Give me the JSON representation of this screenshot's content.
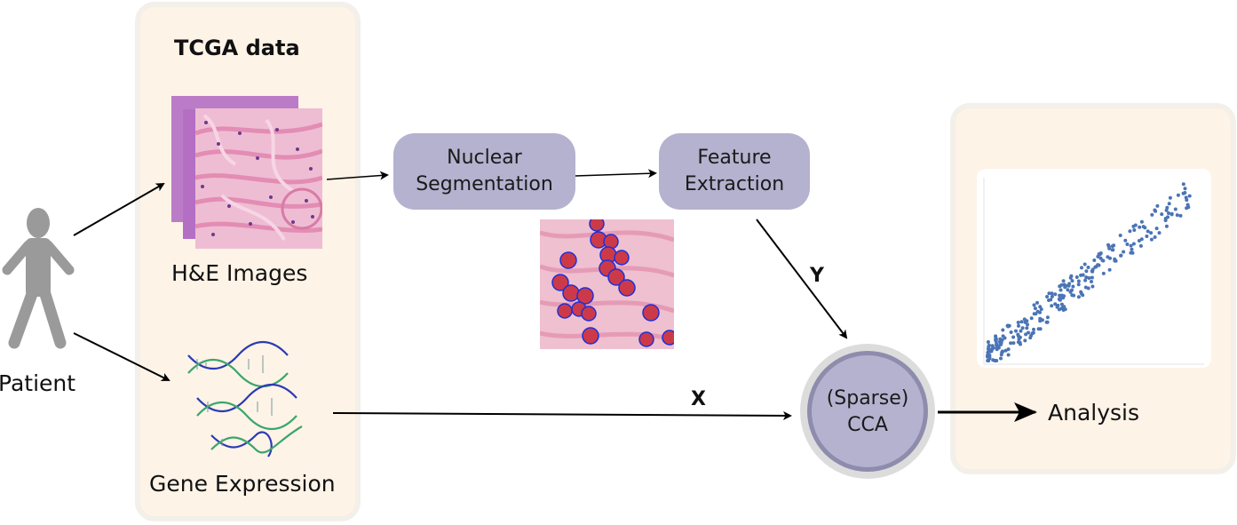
{
  "patient_label": "Patient",
  "tcga": {
    "title": "TCGA data",
    "he_label": "H&E Images",
    "gene_label": "Gene Expression"
  },
  "steps": {
    "seg_line1": "Nuclear",
    "seg_line2": "Segmentation",
    "feat_line1": "Feature",
    "feat_line2": "Extraction"
  },
  "arrows": {
    "x_label": "X",
    "y_label": "Y"
  },
  "cca": {
    "line1": "(Sparse)",
    "line2": "CCA"
  },
  "analysis_label": "Analysis",
  "colors": {
    "panel_bg": "#fdf3e7",
    "process_fill": "#b4b2cf",
    "cca_ring": "#d9d9d9",
    "scatter_point": "#4a74b5",
    "tissue_pink": "#e9a6c6",
    "nucleus_purple": "#7a3b9e",
    "dna_blue": "#2b3bb3",
    "dna_green": "#3aa66a"
  }
}
